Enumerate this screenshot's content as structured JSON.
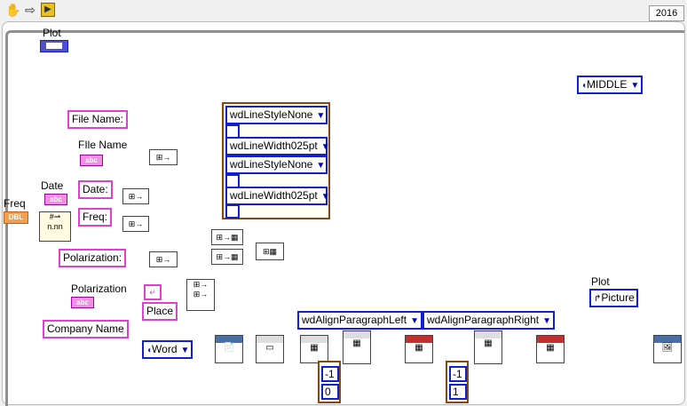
{
  "toolbar": {
    "tools": [
      "hand-tool-icon",
      "arrow-tool-icon",
      "run-highlight-icon"
    ],
    "version": "2016"
  },
  "plot_top": {
    "label": "Plot"
  },
  "freq_control": {
    "label": "Freq",
    "type": "DBL"
  },
  "labels": {
    "file_name": "File Name:",
    "file_name_indicator": "FIle Name",
    "date_label": "Date",
    "date": "Date:",
    "freq": "Freq:",
    "polarization": "Polarization:",
    "polarization_indicator": "Polarization",
    "place": "Place",
    "company_name": "Company Name",
    "abc": "abc"
  },
  "line_styles": [
    "wdLineStyleNone",
    "wdLineWidth025pt",
    "wdLineStyleNone",
    "wdLineWidth025pt"
  ],
  "enums": {
    "middle": "MIDDLE",
    "word": "Word",
    "align_left": "wdAlignParagraphLeft",
    "align_right": "wdAlignParagraphRight"
  },
  "plot_picture": {
    "label": "Plot",
    "value": "Picture"
  },
  "constants": {
    "left_a": "-1",
    "left_b": "0",
    "right_a": "-1",
    "right_b": "1"
  },
  "colors": {
    "string_wire": "#e040d0",
    "cluster_wire": "#8b4513",
    "refnum_wire": "#008080",
    "error_wire": "#c8b400",
    "enum_wire": "#1020d0"
  }
}
